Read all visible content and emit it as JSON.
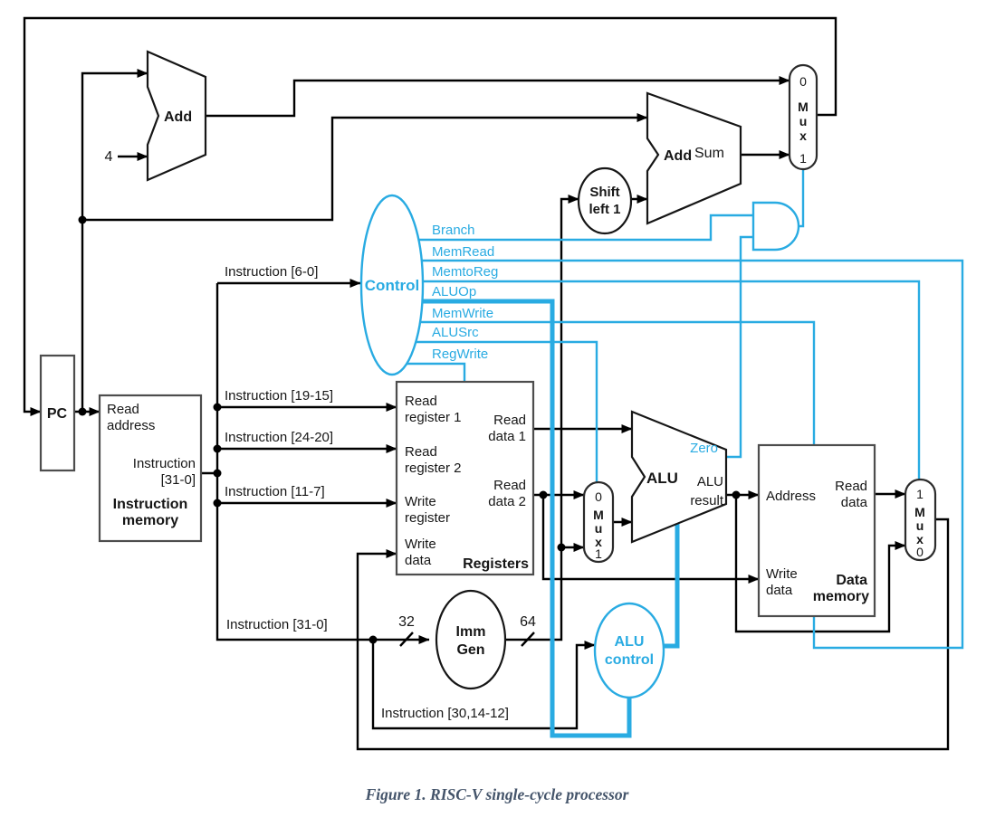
{
  "colors": {
    "blue": "#29ABE2",
    "caption_color": "#44546A"
  },
  "figure": {
    "caption": "Figure 1. RISC-V single-cycle processor"
  },
  "labels": {
    "pc": "PC",
    "four": "4",
    "add_pc4": "Add",
    "add_branch": "Add",
    "sum": "Sum",
    "shift": {
      "l1": "Shift",
      "l2": "left 1"
    },
    "control": "Control",
    "signals": {
      "branch": "Branch",
      "memread": "MemRead",
      "memtoreg": "MemtoReg",
      "aluop": "ALUOp",
      "memwrite": "MemWrite",
      "alusrc": "ALUSrc",
      "regwrite": "RegWrite"
    },
    "imem": {
      "read": "Read",
      "address": "address",
      "out1": "Instruction",
      "out2": "[31-0]",
      "name1": "Instruction",
      "name2": "memory"
    },
    "bus": {
      "i60": "Instruction [6-0]",
      "i1915": "Instruction [19-15]",
      "i2420": "Instruction [24-20]",
      "i117": "Instruction [11-7]",
      "i310": "Instruction [31-0]",
      "i301412": "Instruction [30,14-12]"
    },
    "registers": {
      "rr1a": "Read",
      "rr1b": "register 1",
      "rr2a": "Read",
      "rr2b": "register 2",
      "wra": "Write",
      "wrb": "register",
      "wda": "Write",
      "wdb": "data",
      "rd1a": "Read",
      "rd1b": "data 1",
      "rd2a": "Read",
      "rd2b": "data 2",
      "name": "Registers"
    },
    "immgen": {
      "l1": "Imm",
      "l2": "Gen",
      "in_width": "32",
      "out_width": "64"
    },
    "alu": {
      "name": "ALU",
      "zero": "Zero",
      "res1": "ALU",
      "res2": "result"
    },
    "alucontrol": {
      "l1": "ALU",
      "l2": "control"
    },
    "dmem": {
      "address": "Address",
      "rd1": "Read",
      "rd2": "data",
      "wd1": "Write",
      "wd2": "data",
      "name1": "Data",
      "name2": "memory"
    },
    "mux_pcsrc": {
      "i0": "0",
      "i1": "1",
      "m": "M",
      "u": "u",
      "x": "x"
    },
    "mux_alusrc": {
      "i0": "0",
      "i1": "1",
      "m": "M",
      "u": "u",
      "x": "x"
    },
    "mux_wb": {
      "i0": "1",
      "i1": "0",
      "m": "M",
      "u": "u",
      "x": "x"
    }
  }
}
